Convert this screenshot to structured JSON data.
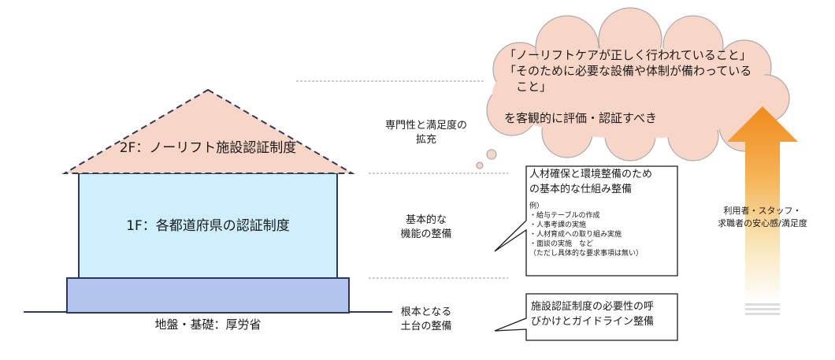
{
  "floors": {
    "roof_label": "2F：ノーリフト施設認証制度",
    "first_floor_label": "1F：各都道府県の認証制度",
    "foundation_label": "地盤・基礎：厚労省"
  },
  "levels": {
    "level2": [
      "専門性と満足度の",
      "拡充"
    ],
    "level1": [
      "基本的な",
      "機能の整備"
    ],
    "level0": [
      "根本となる",
      "土台の整備"
    ]
  },
  "cloud": {
    "lines": [
      "「ノーリフトケアが正しく行われていること」",
      "「そのために必要な設備や体制が備わっている",
      "　こと」",
      "",
      "を客観的に評価・認証すべき"
    ]
  },
  "callout_basic": {
    "title_lines": [
      "人材確保と環境整備のため",
      "の基本的な仕組み整備"
    ],
    "example_lines": [
      "例）",
      "・給与テーブルの作成",
      "・人事考課の実施",
      "・人材育成への取り組み実施",
      "・面談の実施　など",
      "（ただし具体的な要求事項は無い）"
    ]
  },
  "callout_foundation": {
    "lines": [
      "施設認証制度の必要性の呼",
      "びかけとガイドライン整備"
    ]
  },
  "arrow": {
    "lines": [
      "利用者・スタッフ・",
      "求職者の安心感/満足度"
    ]
  },
  "colors": {
    "roof_fill": "#f7d6c8",
    "first_floor_fill": "#cdeefa",
    "foundation_fill": "#b3c5ee",
    "arrow_top": "#f08a1c",
    "arrow_mid": "#f6d8a0"
  }
}
